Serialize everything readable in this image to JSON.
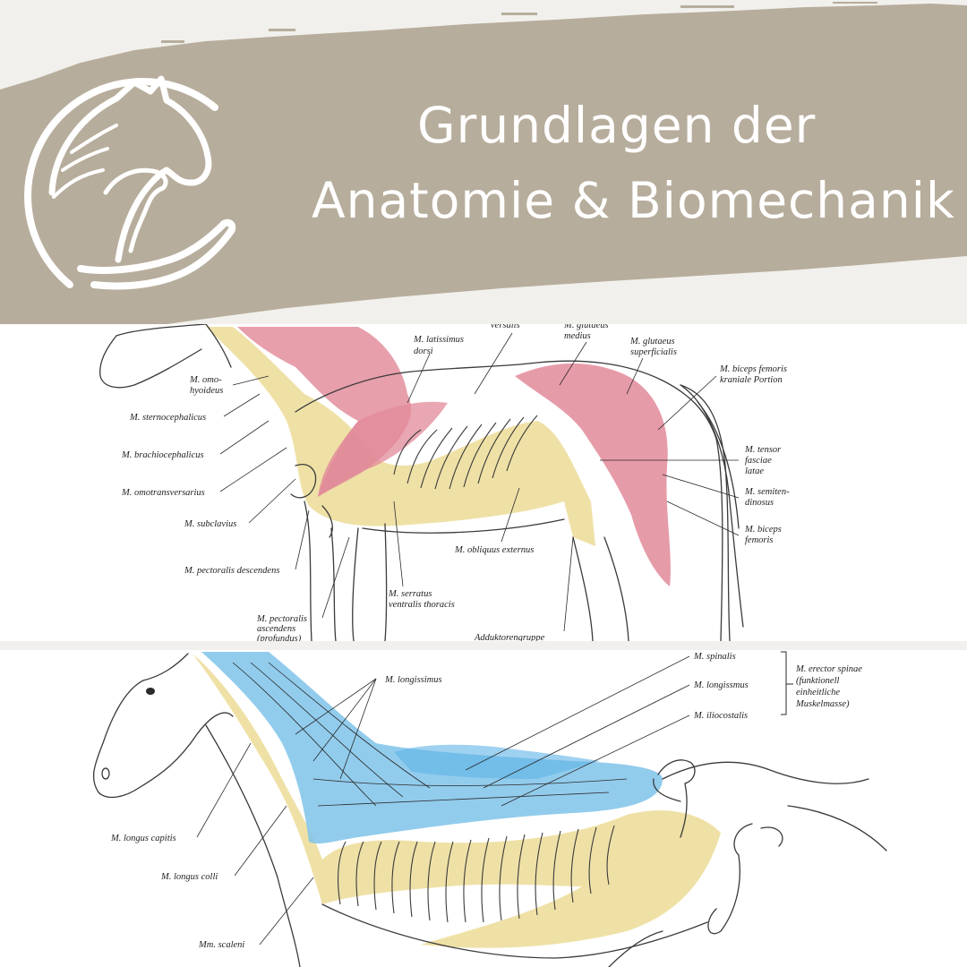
{
  "banner": {
    "title_line1": "Grundlagen der",
    "title_line2": "Anatomie & Biomechanik",
    "color_banner": "#b7ad9c",
    "color_background": "#f1f0ec"
  },
  "logo": {
    "icon": "horse-head-hand-logo"
  },
  "figure_top": {
    "labels": {
      "versalis": "versalis",
      "glutaeus_medius_1": "M. glutaeus",
      "glutaeus_medius_2": "medius",
      "latissimus_1": "M. latissimus",
      "latissimus_2": "dorsi",
      "glutaeus_superficialis_1": "M. glutaeus",
      "glutaeus_superficialis_2": "superficialis",
      "biceps_kranial_1": "M. biceps femoris",
      "biceps_kranial_2": "kraniale Portion",
      "omohyoideus_1": "M. omo-",
      "omohyoideus_2": "hyoideus",
      "sternocephalicus": "M. sternocephalicus",
      "brachiocephalicus": "M. brachiocephalicus",
      "omotransversarius": "M. omotransversarius",
      "subclavius": "M. subclavius",
      "pectoralis_descendens": "M. pectoralis descendens",
      "pectoralis_ascendens_1": "M. pectoralis",
      "pectoralis_ascendens_2": "ascendens",
      "pectoralis_ascendens_3": "(profundus)",
      "serratus_1": "M. serratus",
      "serratus_2": "ventralis thoracis",
      "obliquus": "M. obliquus externus",
      "adduktoren": "Adduktorengruppe",
      "tensor_1": "M. tensor",
      "tensor_2": "fasciae",
      "tensor_3": "latae",
      "semitendinosus_1": "M. semiten-",
      "semitendinosus_2": "dinosus",
      "biceps_1": "M. biceps",
      "biceps_2": "femoris"
    }
  },
  "figure_bottom": {
    "labels": {
      "spinalis": "M. spinalis",
      "longissmus": "M. longissmus",
      "iliocostalis": "M. iliocostalis",
      "erector_1": "M. erector spinae",
      "erector_2": "(funktionell",
      "erector_3": "einheitliche",
      "erector_4": "Muskelmasse)",
      "longissimus": "M. longissimus",
      "longus_capitis": "M. longus capitis",
      "longus_colli": "M. longus colli",
      "scaleni": "Mm. scaleni"
    }
  },
  "colors": {
    "muscle_red": "#e28a9a",
    "muscle_yellow": "#ecdc97",
    "muscle_blue": "#7fc3ea"
  }
}
